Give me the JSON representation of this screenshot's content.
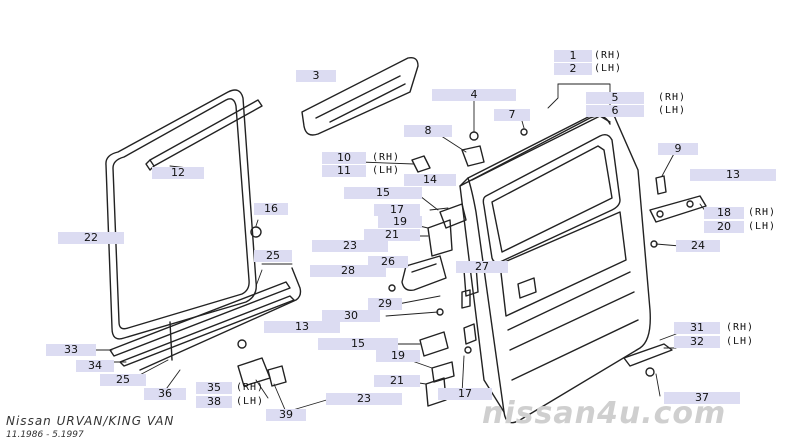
{
  "footer": {
    "model": "Nissan URVAN/KING VAN",
    "production": "11.1986 - 5.1997",
    "watermark": "nissan4u.com"
  },
  "labels": [
    {
      "id": "l1",
      "text": "1",
      "side": "(RH)"
    },
    {
      "id": "l2",
      "text": "2",
      "side": "(LH)"
    },
    {
      "id": "l3",
      "text": "3",
      "side": ""
    },
    {
      "id": "l4",
      "text": "4",
      "side": ""
    },
    {
      "id": "l5",
      "text": "5",
      "side": "(RH)"
    },
    {
      "id": "l6",
      "text": "6",
      "side": "(LH)"
    },
    {
      "id": "l7",
      "text": "7",
      "side": ""
    },
    {
      "id": "l8",
      "text": "8",
      "side": ""
    },
    {
      "id": "l9",
      "text": "9",
      "side": ""
    },
    {
      "id": "l10",
      "text": "10",
      "side": "(RH)"
    },
    {
      "id": "l11",
      "text": "11",
      "side": "(LH)"
    },
    {
      "id": "l12",
      "text": "12",
      "side": ""
    },
    {
      "id": "l13a",
      "text": "13",
      "side": ""
    },
    {
      "id": "l13b",
      "text": "13",
      "side": ""
    },
    {
      "id": "l14",
      "text": "14",
      "side": ""
    },
    {
      "id": "l15a",
      "text": "15",
      "side": ""
    },
    {
      "id": "l15b",
      "text": "15",
      "side": ""
    },
    {
      "id": "l16",
      "text": "16",
      "side": ""
    },
    {
      "id": "l17a",
      "text": "17",
      "side": ""
    },
    {
      "id": "l17b",
      "text": "17",
      "side": ""
    },
    {
      "id": "l18",
      "text": "18",
      "side": "(RH)"
    },
    {
      "id": "l19a",
      "text": "19",
      "side": ""
    },
    {
      "id": "l19b",
      "text": "19",
      "side": ""
    },
    {
      "id": "l20",
      "text": "20",
      "side": "(LH)"
    },
    {
      "id": "l21a",
      "text": "21",
      "side": ""
    },
    {
      "id": "l21b",
      "text": "21",
      "side": ""
    },
    {
      "id": "l22",
      "text": "22",
      "side": ""
    },
    {
      "id": "l23a",
      "text": "23",
      "side": ""
    },
    {
      "id": "l23b",
      "text": "23",
      "side": ""
    },
    {
      "id": "l24",
      "text": "24",
      "side": ""
    },
    {
      "id": "l25a",
      "text": "25",
      "side": ""
    },
    {
      "id": "l25b",
      "text": "25",
      "side": ""
    },
    {
      "id": "l26",
      "text": "26",
      "side": ""
    },
    {
      "id": "l27",
      "text": "27",
      "side": ""
    },
    {
      "id": "l28",
      "text": "28",
      "side": ""
    },
    {
      "id": "l29",
      "text": "29",
      "side": ""
    },
    {
      "id": "l30",
      "text": "30",
      "side": ""
    },
    {
      "id": "l31",
      "text": "31",
      "side": "(RH)"
    },
    {
      "id": "l32",
      "text": "32",
      "side": "(LH)"
    },
    {
      "id": "l33",
      "text": "33",
      "side": ""
    },
    {
      "id": "l34",
      "text": "34",
      "side": ""
    },
    {
      "id": "l35",
      "text": "35",
      "side": "(RH)"
    },
    {
      "id": "l36",
      "text": "36",
      "side": ""
    },
    {
      "id": "l37",
      "text": "37",
      "side": ""
    },
    {
      "id": "l38",
      "text": "38",
      "side": "(LH)"
    },
    {
      "id": "l39",
      "text": "39",
      "side": ""
    }
  ]
}
